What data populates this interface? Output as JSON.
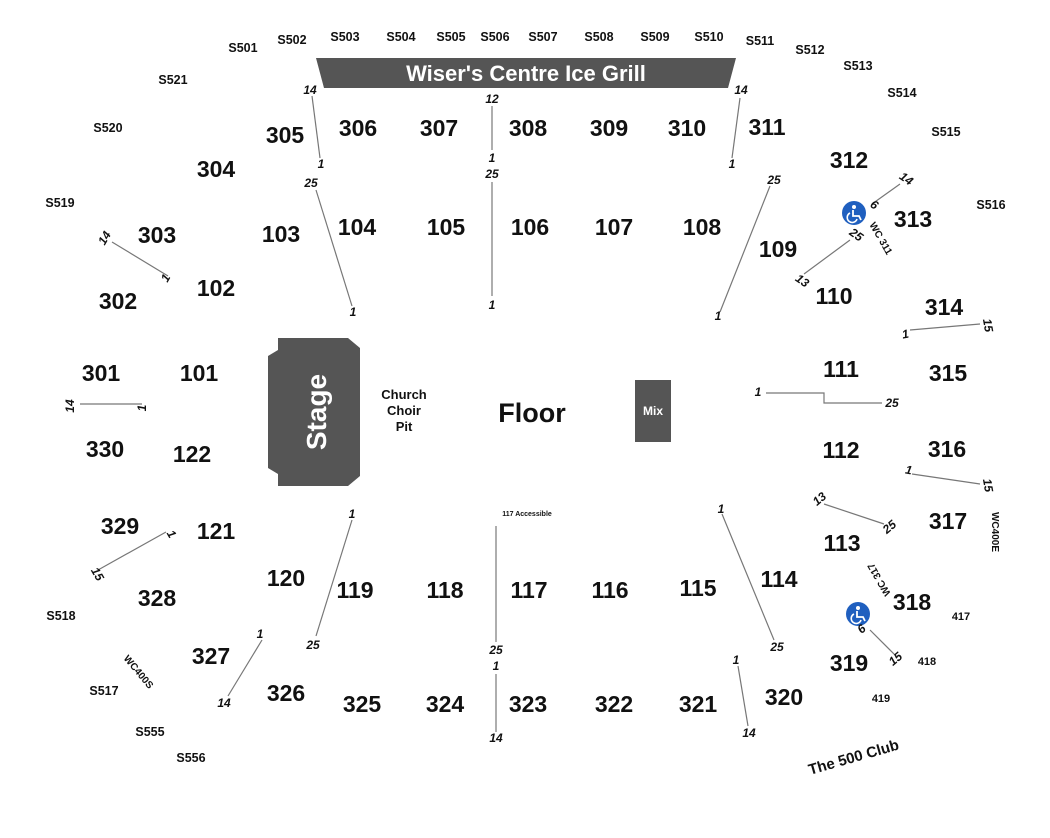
{
  "banner": {
    "label": "Wiser's Centre Ice Grill"
  },
  "stage": {
    "label": "Stage"
  },
  "floor": {
    "label": "Floor"
  },
  "mix": {
    "label": "Mix"
  },
  "choir": {
    "line1": "Church",
    "line2": "Choir",
    "line3": "Pit"
  },
  "accessible_117": {
    "label": "117 Accessible"
  },
  "club_500": {
    "label": "The 500 Club"
  },
  "wheelchair_icon": "wheelchair-icon",
  "colors": {
    "dark_fill": "#555555",
    "accessible_blue": "#1f5fbf",
    "line": "#777777"
  },
  "wc_labels": {
    "wc311": "WC 311",
    "wc317": "WC 317",
    "wc400e": "WC400E",
    "wc400s": "WC400S"
  },
  "sections_100": [
    "101",
    "102",
    "103",
    "104",
    "105",
    "106",
    "107",
    "108",
    "109",
    "110",
    "111",
    "112",
    "113",
    "114",
    "115",
    "116",
    "117",
    "118",
    "119",
    "120",
    "121",
    "122"
  ],
  "sections_300": [
    "301",
    "302",
    "303",
    "304",
    "305",
    "306",
    "307",
    "308",
    "309",
    "310",
    "311",
    "312",
    "313",
    "314",
    "315",
    "316",
    "317",
    "318",
    "319",
    "320",
    "321",
    "322",
    "323",
    "324",
    "325",
    "326",
    "327",
    "328",
    "329",
    "330"
  ],
  "suites_top": [
    "S501",
    "S502",
    "S503",
    "S504",
    "S505",
    "S506",
    "S507",
    "S508",
    "S509",
    "S510",
    "S511",
    "S512",
    "S513",
    "S514",
    "S515",
    "S516"
  ],
  "suites_left": [
    "S521",
    "S520",
    "S519",
    "S518",
    "S517",
    "S555",
    "S556"
  ],
  "sections_400": [
    "417",
    "418",
    "419"
  ],
  "row_labels": {
    "r1": "1",
    "r6": "6",
    "r12": "12",
    "r13": "13",
    "r14": "14",
    "r15": "15",
    "r25": "25"
  }
}
